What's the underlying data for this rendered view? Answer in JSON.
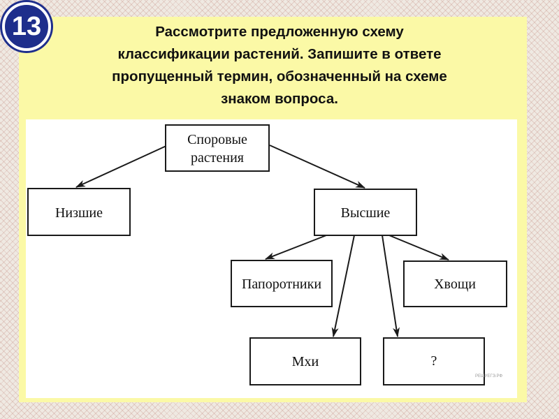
{
  "slide": {
    "number": "13",
    "question_lines": [
      "Рассмотрите предложенную схему",
      "классификации растений. Запишите в ответе",
      "пропущенный термин, обозначенный на схеме",
      "знаком вопроса."
    ]
  },
  "diagram": {
    "nodes": {
      "root": [
        "Споровые",
        "растения"
      ],
      "lower": "Низшие",
      "higher": "Высшие",
      "ferns": "Папоротники",
      "horsetails": "Хвощи",
      "mosses": "Мхи",
      "unknown": "?"
    },
    "edges": [
      [
        "root",
        "lower"
      ],
      [
        "root",
        "higher"
      ],
      [
        "higher",
        "ferns"
      ],
      [
        "higher",
        "horsetails"
      ],
      [
        "higher",
        "mosses"
      ],
      [
        "higher",
        "unknown"
      ]
    ],
    "watermark": "РЕШУЕГЭ.РФ"
  },
  "colors": {
    "panel": "#fbf9a6",
    "badge": "#1e2e8c",
    "stroke": "#1a1a1a"
  }
}
